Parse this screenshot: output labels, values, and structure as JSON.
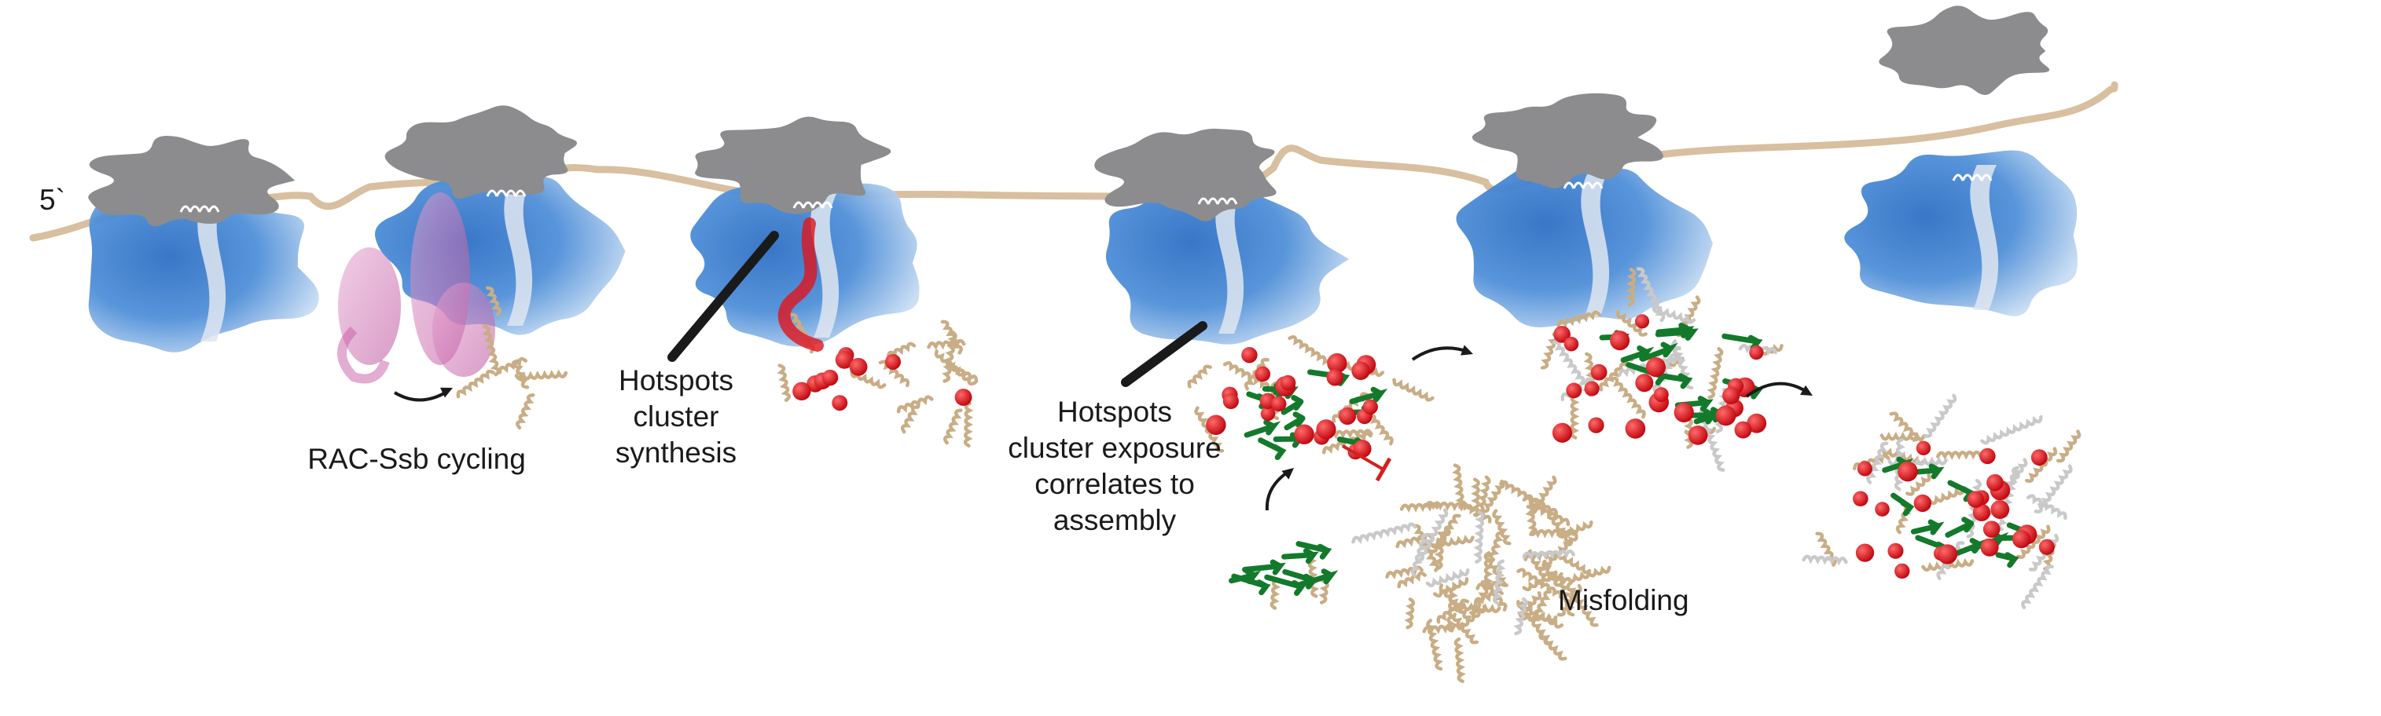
{
  "labels": {
    "five_prime": "5`",
    "rac_ssb": "RAC-Ssb cycling",
    "hotspots_synthesis": "Hotspots\ncluster\nsynthesis",
    "hotspots_exposure": "Hotspots\ncluster exposure\ncorrelates to\nassembly",
    "misfolding": "Misfolding"
  },
  "colors": {
    "mrna": "#d8bf9f",
    "ribosome_small": "#8c8c8e",
    "ribosome_large": "#3f7fcf",
    "tunnel": "#dfe6f0",
    "hotspot": "#e0141b",
    "green_protein": "#137a2b",
    "tan_protein": "#c9ad85",
    "grey_protein": "#c9c9c9",
    "chaperone": "#c85aa5",
    "inhibit": "#d42020",
    "arrow": "#1a1a1a"
  },
  "icons": [
    "mrna-strand",
    "ribosome-icon",
    "chaperone-icon",
    "nascent-chain-icon",
    "hotspot-cluster-icon",
    "arrow-icon",
    "inhibition-icon",
    "protein-aggregate-icon"
  ]
}
